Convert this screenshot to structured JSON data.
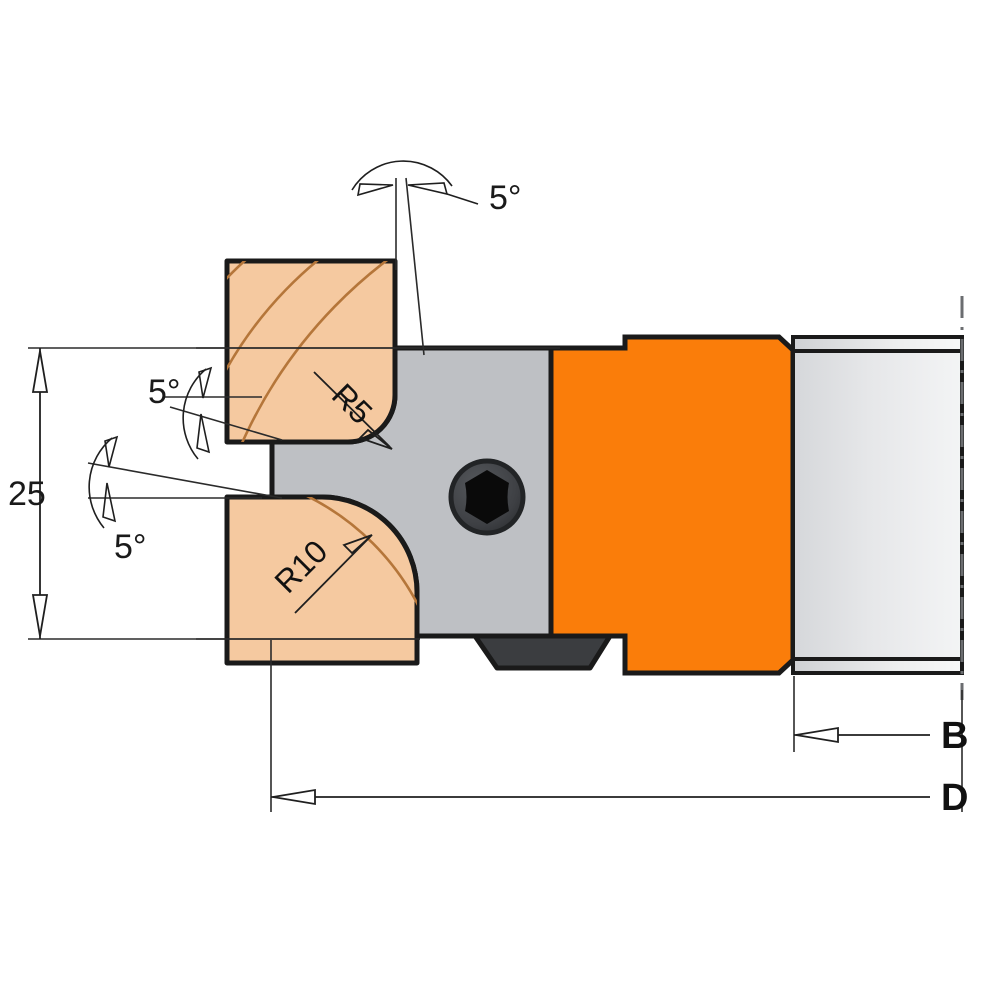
{
  "drawing": {
    "title": "Cutter head profile knife technical drawing",
    "type": "technical-drawing",
    "background_color": "#ffffff"
  },
  "colors": {
    "wood_fill": "#f5c9a0",
    "wood_grain": "#b5763a",
    "wood_outline": "#1a1a1a",
    "body_gray": "#bec0c4",
    "orange": "#fa7d0a",
    "shaft_light": "#e9eaec",
    "shaft_mid": "#d7d9dc",
    "screw_ring": "#3e4044",
    "screw_hex": "#0a0a0a",
    "tab_dark": "#3b3d40",
    "line": "#1a1a1a",
    "thin_line": "#3a3a3a"
  },
  "dimensions": {
    "height": {
      "label": "25",
      "name": "vertical-height-dimension"
    },
    "width_total": {
      "label": "D",
      "name": "overall-diameter-dimension"
    },
    "width_bore": {
      "label": "B",
      "name": "bore-width-dimension"
    }
  },
  "radii": {
    "upper": {
      "label": "R5"
    },
    "lower": {
      "label": "R10"
    }
  },
  "angles": {
    "top": {
      "label": "5°"
    },
    "middle": {
      "label": "5°"
    },
    "bottom": {
      "label": "5°"
    }
  }
}
